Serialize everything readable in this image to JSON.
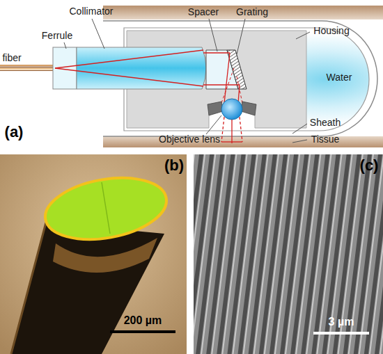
{
  "diagram": {
    "labels": [
      "Collimator",
      "Spacer",
      "Grating",
      "Ferrule",
      "fiber",
      "Housing",
      "Water",
      "(a)",
      "Objective lens",
      "Sheath",
      "Tissue",
      "(b)",
      "200 µm",
      "(c)",
      "3 µm"
    ]
  }
}
